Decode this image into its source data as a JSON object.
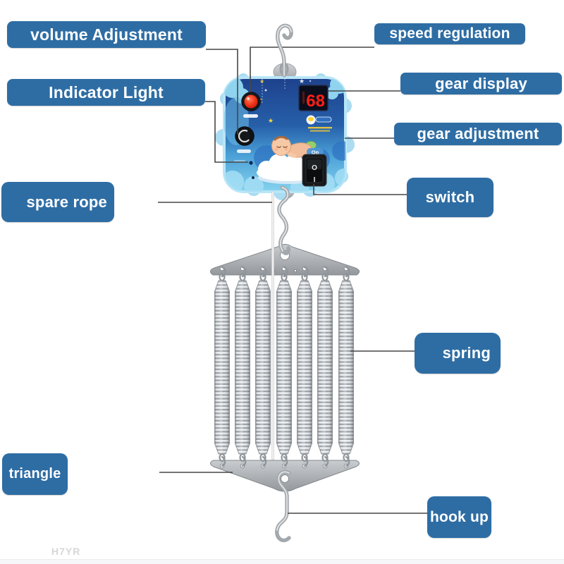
{
  "labels": {
    "volume": "volume Adjustment",
    "indicator": "Indicator Light",
    "spare_rope": "spare rope",
    "speed": "speed regulation",
    "gear_display": "gear display",
    "gear_adjustment": "gear adjustment",
    "switch": "switch",
    "spring": "spring",
    "triangle": "triangle",
    "hook_up": "hook up"
  },
  "device": {
    "display_value": "68",
    "on_tab": "On",
    "switch_off_symbol": "O",
    "switch_on_symbol": "I",
    "springs_count": 7
  },
  "watermark": {
    "text": "H7YR"
  },
  "colors": {
    "label_bg": "#2e6da4",
    "label_text": "#ffffff",
    "leader_line": "#474747",
    "display_digits": "#ff2015",
    "device_body_top": "#1e418c",
    "device_body_bottom": "#86d3ef"
  }
}
